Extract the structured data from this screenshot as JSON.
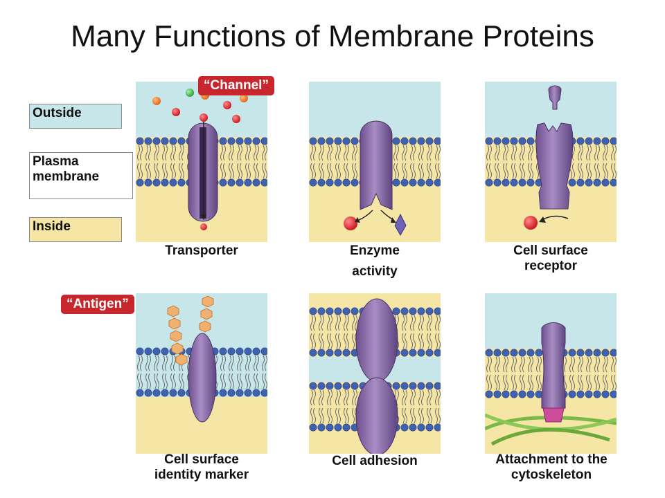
{
  "title": "Many Functions of Membrane Proteins",
  "key": {
    "outside": "Outside",
    "membrane_line1": "Plasma",
    "membrane_line2": "membrane",
    "inside": "Inside"
  },
  "tags": {
    "channel": "“Channel”",
    "antigen": "“Antigen”"
  },
  "panels": {
    "transporter": "Transporter",
    "enzyme_line1": "Enzyme",
    "enzyme_line2": "activity",
    "receptor_line1": "Cell surface",
    "receptor_line2": "receptor",
    "identity_line1": "Cell surface",
    "identity_line2": "identity marker",
    "adhesion": "Cell adhesion",
    "attach_line1": "Attachment to the",
    "attach_line2": "cytoskeleton"
  },
  "colors": {
    "outside": "#c6e6e9",
    "inside": "#f5e6a6",
    "protein": "#8a6aa8",
    "lipid_head": "#3f62b0",
    "tag": "#c7262c"
  }
}
